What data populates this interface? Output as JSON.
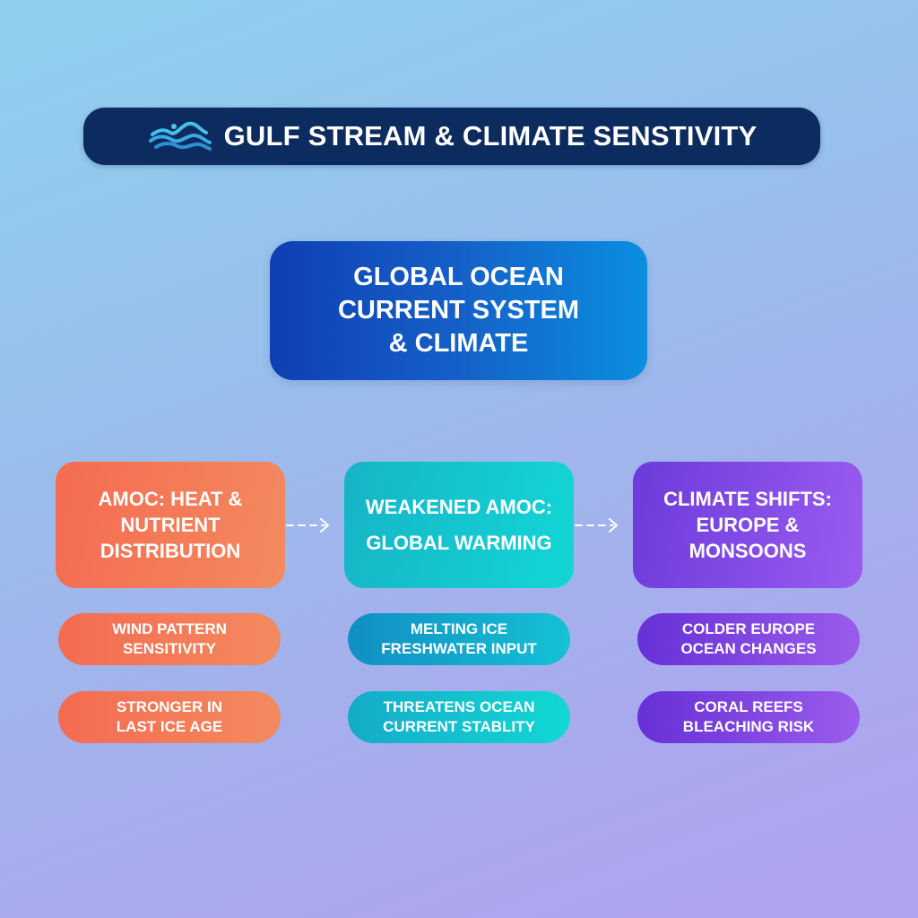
{
  "header": {
    "title": "GULF STREAM & CLIMATE SENSTIVITY",
    "icon": "ocean-waves-icon"
  },
  "center_node": {
    "label": "GLOBAL OCEAN\nCURRENT SYSTEM\n& CLIMATE"
  },
  "columns": [
    {
      "label": "AMOC: HEAT &\nNUTRIENT\nDISTRIBUTION",
      "color": "#f47a58",
      "items": [
        {
          "label": "WIND PATTERN\nSENSITIVITY"
        },
        {
          "label": "STRONGER IN\nLAST ICE AGE"
        }
      ]
    },
    {
      "label": "WEAKENED AMOC:\nGLOBAL WARMING",
      "color": "#14c6d0",
      "items": [
        {
          "label": "MELTING ICE\nFRESHWATER INPUT"
        },
        {
          "label": "THREATENS OCEAN\nCURRENT STABLITY"
        }
      ]
    },
    {
      "label": "CLIMATE SHIFTS:\nEUROPE &\nMONSOONS",
      "color": "#8148e6",
      "items": [
        {
          "label": "COLDER EUROPE\nOCEAN CHANGES"
        },
        {
          "label": "CORAL REEFS\nBLEACHING RISK"
        }
      ]
    }
  ],
  "connectors": [
    {
      "from": "AMOC: HEAT & NUTRIENT DISTRIBUTION",
      "to": "WEAKENED AMOC: GLOBAL WARMING",
      "style": "dashed-arrow"
    },
    {
      "from": "WEAKENED AMOC: GLOBAL WARMING",
      "to": "CLIMATE SHIFTS: EUROPE & MONSOONS",
      "style": "dashed-arrow"
    }
  ],
  "colors": {
    "title_bar": "#0c2b5e",
    "center_node_start": "#0f3fb3",
    "center_node_end": "#0a8fdf",
    "background_start": "#8fd0ee",
    "background_end": "#b2a2f2"
  }
}
